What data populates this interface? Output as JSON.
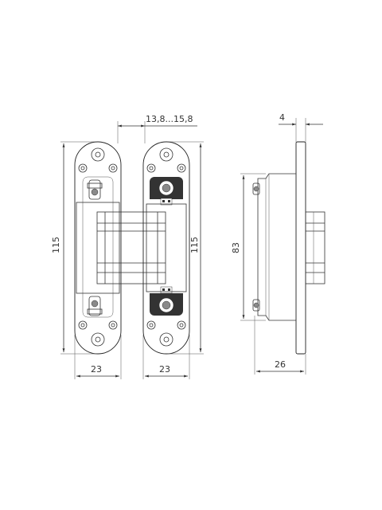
{
  "dimensions": {
    "opening_range": "13,8...15,8",
    "plate_thickness": "4",
    "height_left": "115",
    "height_right": "115",
    "body_height": "83",
    "width_left": "23",
    "width_right": "23",
    "depth": "26"
  },
  "colors": {
    "line": "#333333",
    "background": "#ffffff"
  }
}
